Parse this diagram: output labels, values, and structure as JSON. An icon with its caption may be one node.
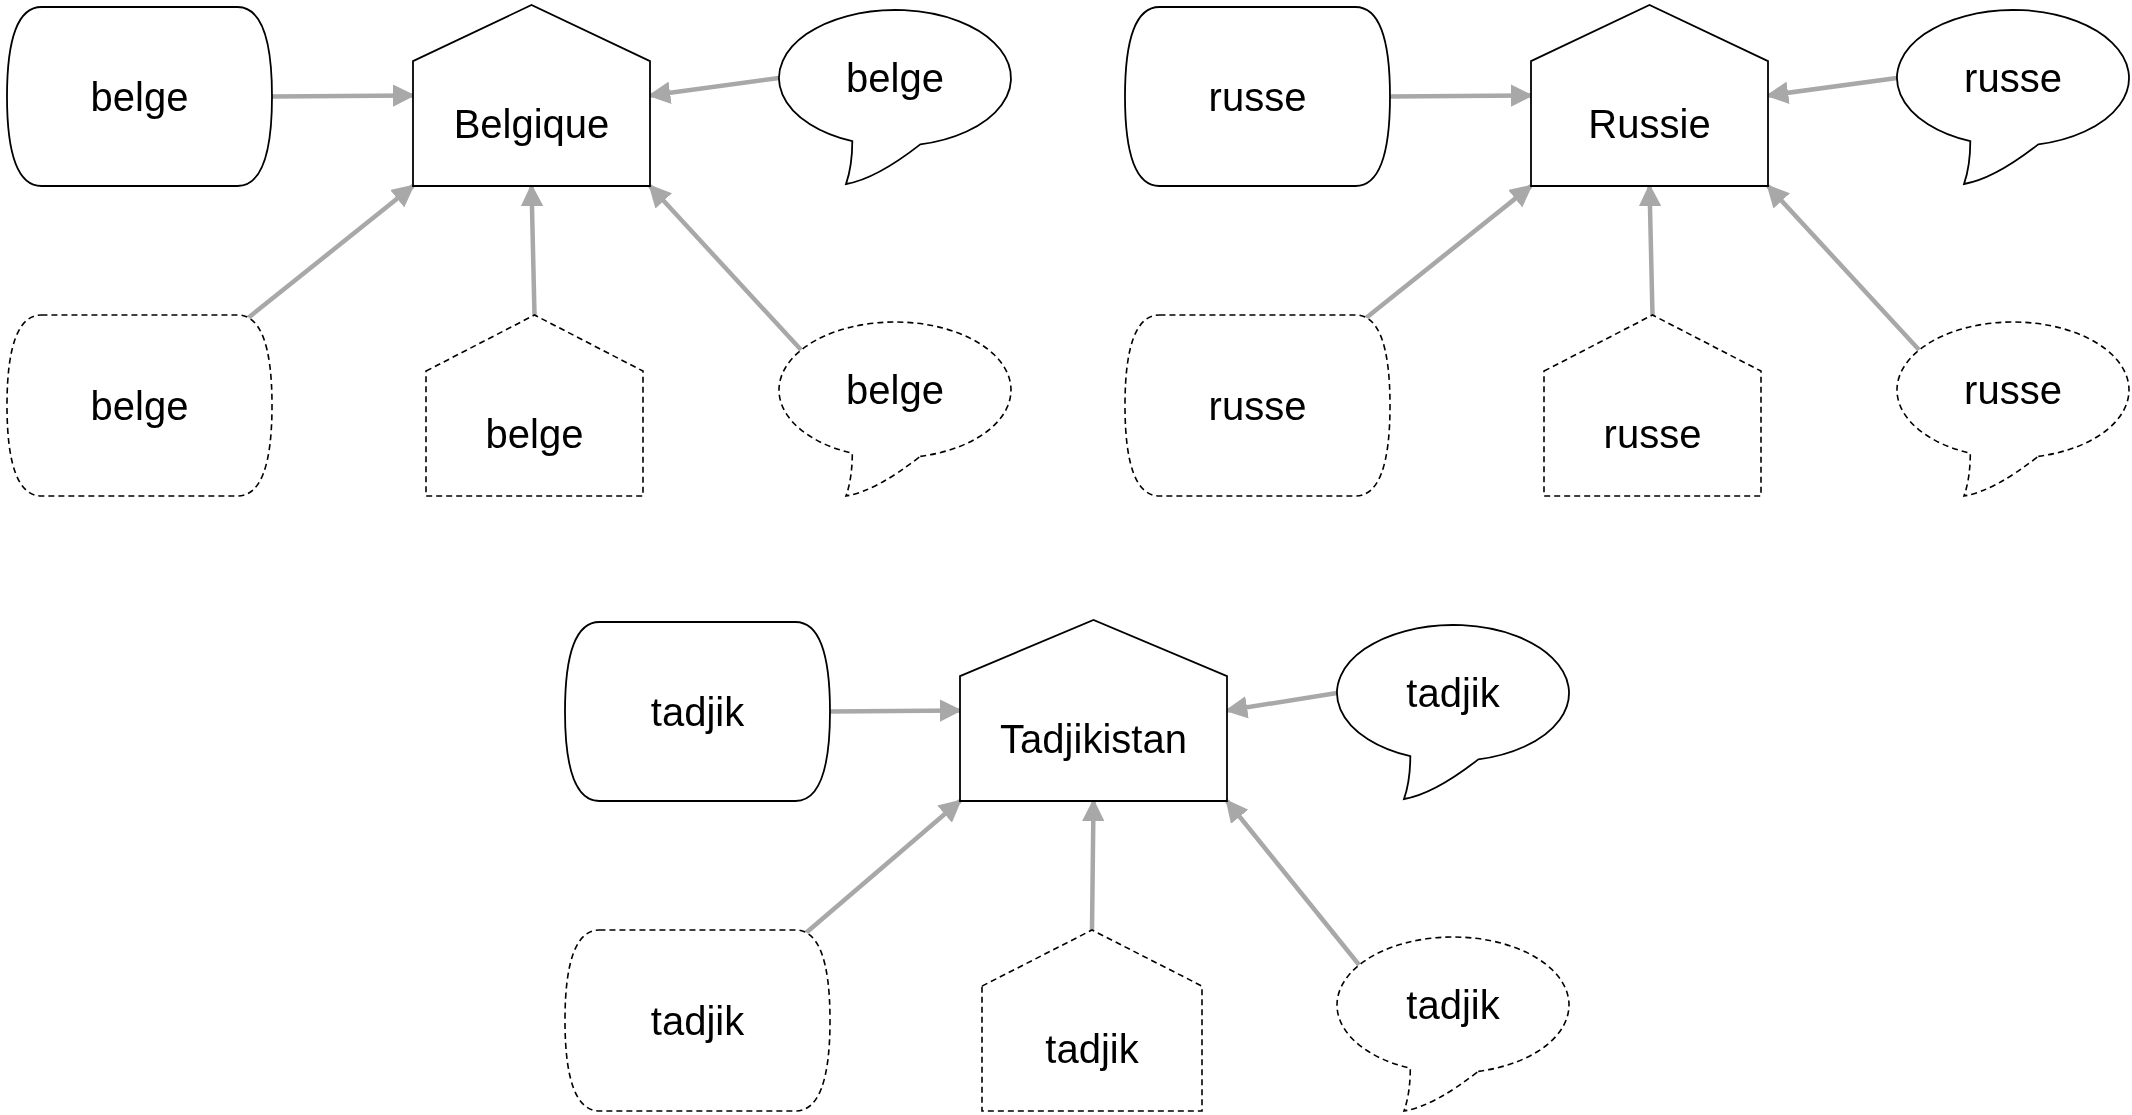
{
  "diagram": {
    "nodes": [
      {
        "text": [
          "belge"
        ]
      },
      {
        "text": [
          "Belgique"
        ]
      },
      {
        "text": [
          "belge"
        ]
      },
      {
        "text": [
          "belge"
        ]
      },
      {
        "text": [
          "belge"
        ]
      },
      {
        "text": [
          "belge"
        ]
      },
      {
        "text": [
          "russe"
        ]
      },
      {
        "text": [
          "Russie"
        ]
      },
      {
        "text": [
          "russe"
        ]
      },
      {
        "text": [
          "russe"
        ]
      },
      {
        "text": [
          "russe"
        ]
      },
      {
        "text": [
          "russe"
        ]
      },
      {
        "text": [
          "tadjik"
        ]
      },
      {
        "text": [
          "Tadjikistan"
        ]
      },
      {
        "text": [
          "tadjik"
        ]
      },
      {
        "text": [
          "tadjik"
        ]
      },
      {
        "text": [
          "tadjik"
        ]
      },
      {
        "text": [
          "tadjik"
        ]
      }
    ],
    "edges": [
      {
        "from": 0,
        "to": 1,
        "arrow": "to"
      },
      {
        "from": 2,
        "to": 1,
        "arrow": "to"
      },
      {
        "from": 3,
        "to": 1,
        "arrow": "to"
      },
      {
        "from": 4,
        "to": 1,
        "arrow": "to"
      },
      {
        "from": 5,
        "to": 1,
        "arrow": "to"
      },
      {
        "from": 6,
        "to": 7,
        "arrow": "to"
      },
      {
        "from": 8,
        "to": 7,
        "arrow": "to"
      },
      {
        "from": 9,
        "to": 7,
        "arrow": "to"
      },
      {
        "from": 10,
        "to": 7,
        "arrow": "to"
      },
      {
        "from": 11,
        "to": 7,
        "arrow": "to"
      },
      {
        "from": 12,
        "to": 13,
        "arrow": "to"
      },
      {
        "from": 14,
        "to": 13,
        "arrow": "to"
      },
      {
        "from": 15,
        "to": 13,
        "arrow": "to"
      },
      {
        "from": 16,
        "to": 13,
        "arrow": "to"
      },
      {
        "from": 17,
        "to": 13,
        "arrow": "to"
      }
    ]
  }
}
